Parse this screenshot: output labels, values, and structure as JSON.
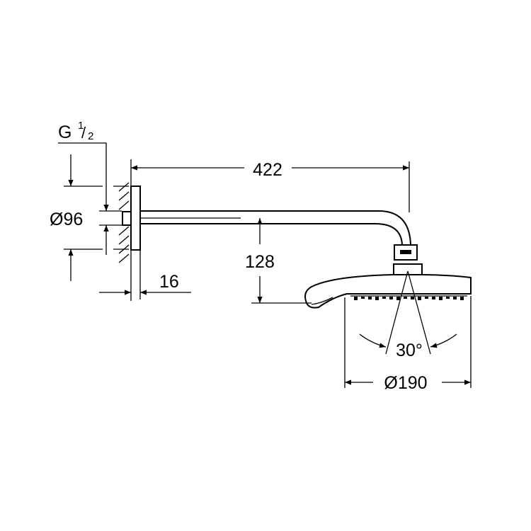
{
  "drawing": {
    "thread_label": "G",
    "thread_num": "1",
    "thread_den": "2",
    "dimensions": {
      "arm_length": "422",
      "plate_diameter": "Ø96",
      "plate_depth": "16",
      "drop_height": "128",
      "spray_angle": "30°",
      "head_diameter": "Ø190"
    },
    "line_color": "#000000",
    "background": "#ffffff"
  }
}
